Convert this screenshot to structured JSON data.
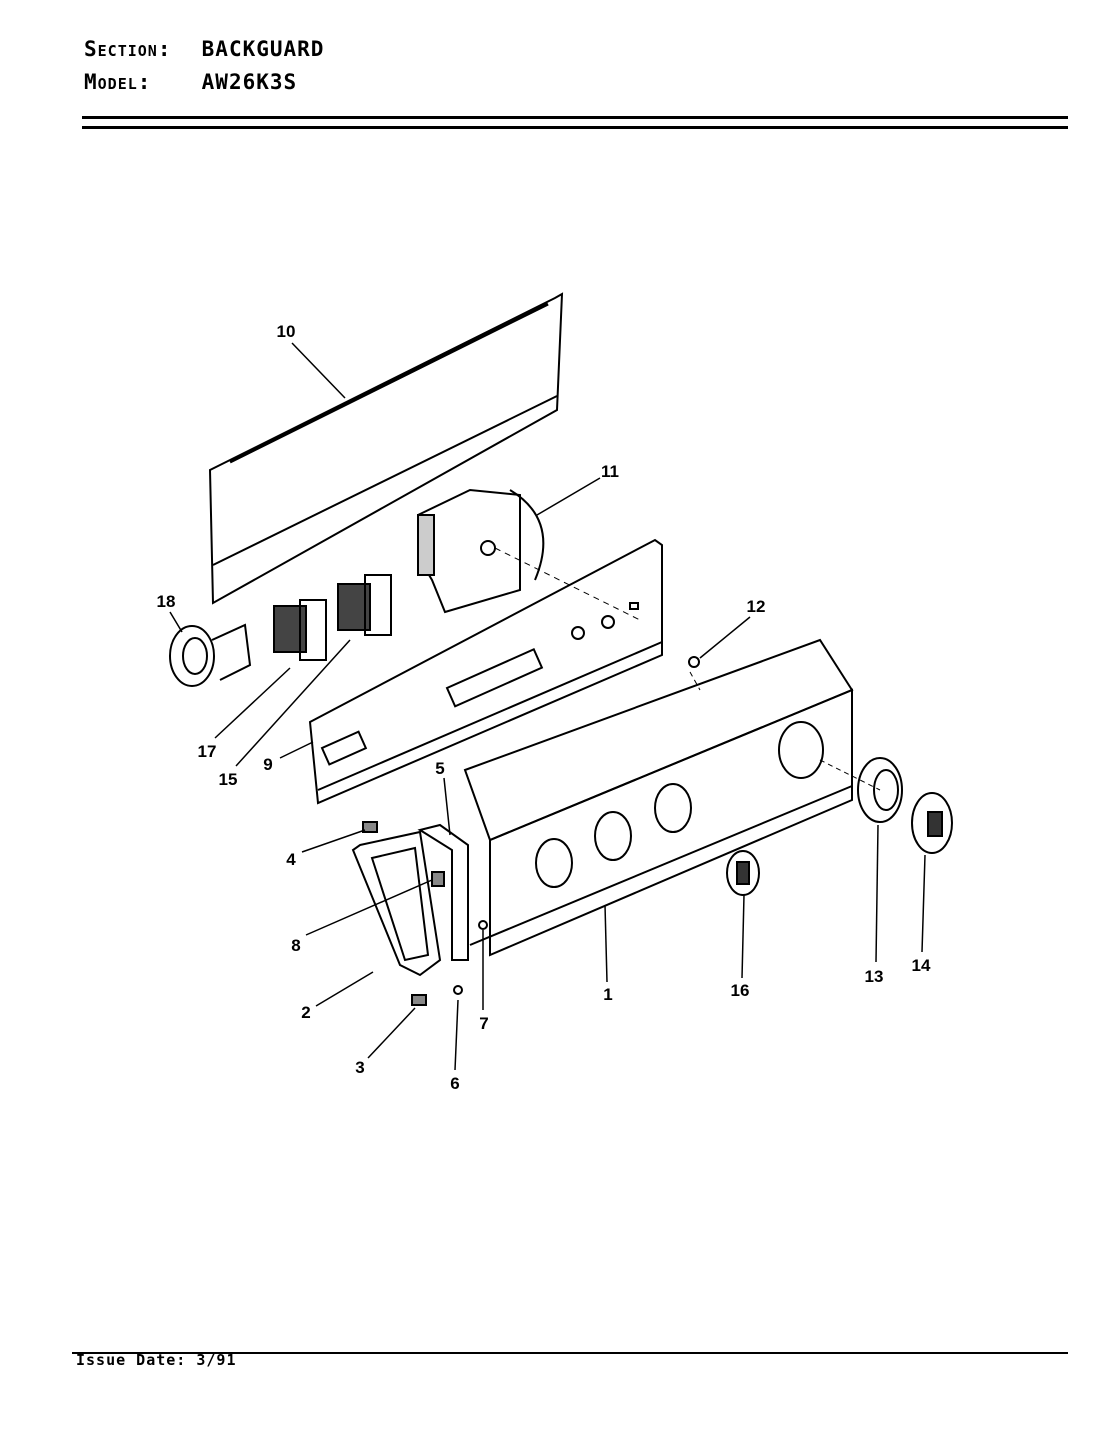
{
  "header": {
    "section_label": "Section:",
    "section_value": "BACKGUARD",
    "model_label": "Model:",
    "model_value": "AW26K3S"
  },
  "diagram": {
    "callouts": [
      "1",
      "2",
      "3",
      "4",
      "5",
      "6",
      "7",
      "8",
      "9",
      "10",
      "11",
      "12",
      "13",
      "14",
      "15",
      "16",
      "17",
      "18"
    ]
  },
  "footer": {
    "issue_date": "Issue Date: 3/91"
  }
}
